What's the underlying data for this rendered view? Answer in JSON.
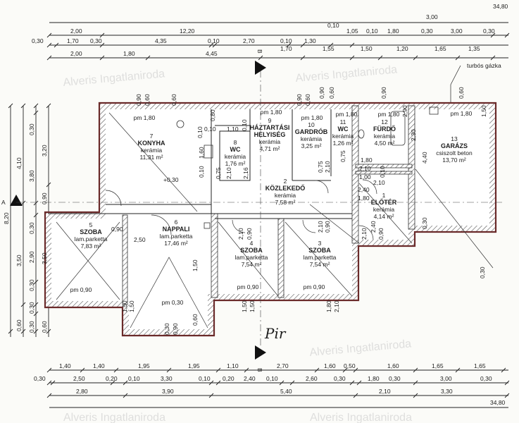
{
  "watermark": "Alveris Ingatlaniroda",
  "rooms": [
    {
      "no": "7",
      "name": [
        "KONYHA"
      ],
      "floor": "kerámia",
      "area": "11,31 m²",
      "sill": "pm 1,80"
    },
    {
      "no": "8",
      "name": [
        "WC"
      ],
      "floor": "kerámia",
      "area": "1,76 m²",
      "sill": ""
    },
    {
      "no": "9",
      "name": [
        "HÁZTARTÁSI",
        "HELYISÉG"
      ],
      "floor": "kerámia",
      "area": "4,71 m²",
      "sill": "pm 1,80"
    },
    {
      "no": "10",
      "name": [
        "GARDRÓB"
      ],
      "floor": "kerámia",
      "area": "3,25 m²",
      "sill": "pm 1,80"
    },
    {
      "no": "11",
      "name": [
        "WC"
      ],
      "floor": "kerámia",
      "area": "1,26 m²",
      "sill": "pm 1,80"
    },
    {
      "no": "12",
      "name": [
        "FÜRDŐ"
      ],
      "floor": "kerámia",
      "area": "4,50 m²",
      "sill": "pm 1,80"
    },
    {
      "no": "13",
      "name": [
        "GARÁZS"
      ],
      "floor": "csiszolt beton",
      "area": "13,70 m²",
      "sill": "pm 1,80"
    },
    {
      "no": "1",
      "name": [
        "ELŐTÉR"
      ],
      "floor": "kerámia",
      "area": "4,14 m²",
      "sill": ""
    },
    {
      "no": "2",
      "name": [
        "KÖZLEKEDŐ"
      ],
      "floor": "kerámia",
      "area": "7,58 m²",
      "sill": ""
    },
    {
      "no": "6",
      "name": [
        "NAPPALI"
      ],
      "floor": "lam.parketta",
      "area": "17,46 m²",
      "sill": "pm 0,30"
    },
    {
      "no": "5",
      "name": [
        "SZOBA"
      ],
      "floor": "lam.parketta",
      "area": "7,83 m²",
      "sill": "pm 0,90"
    },
    {
      "no": "4",
      "name": [
        "SZOBA"
      ],
      "floor": "lam.parketta",
      "area": "7,54 m²",
      "sill": "pm 0,90"
    },
    {
      "no": "3",
      "name": [
        "SZOBA"
      ],
      "floor": "lam.parketta",
      "area": "7,54 m²",
      "sill": "pm 0,90"
    }
  ],
  "dimensions": {
    "top": {
      "total": "34,80",
      "row_a": [
        "3,00"
      ],
      "row_b": [
        "2,00",
        "12,20",
        "0,10",
        "1,05",
        "0,10",
        "1,80",
        "0,30",
        "3,00",
        "0,30"
      ],
      "row_c": [
        "0,30",
        "1,70",
        "0,30",
        "4,35",
        "0,10",
        "2,70",
        "0,10",
        "1,30"
      ],
      "row_d": [
        "2,00",
        "1,80",
        "4,45",
        "1,70",
        "1,55",
        "1,50",
        "1,20",
        "1,65",
        "1,35"
      ]
    },
    "bottom": {
      "row_a": [
        "1,40",
        "1,40",
        "1,95",
        "1,95",
        "1,10",
        "2,70",
        "1,60",
        "0,50",
        "1,60",
        "1,65",
        "1,65"
      ],
      "row_b": [
        "0,30",
        "2,50",
        "0,20",
        "0,10",
        "3,30",
        "0,10",
        "0,20",
        "2,40",
        "0,10",
        "2,60",
        "0,30",
        "1,80",
        "0,30",
        "3,00",
        "0,30"
      ],
      "row_c": [
        "2,80",
        "3,90",
        "5,40",
        "2,10",
        "3,30"
      ],
      "total": "34,80"
    },
    "left": {
      "col_a": [
        "8,20"
      ],
      "col_b": [
        "4,10",
        "3,50",
        "0,60"
      ],
      "col_c": [
        "0,30",
        "3,80",
        "0,30",
        "2,90",
        "0,30",
        "0,30",
        "0,30"
      ],
      "col_d": [
        "3,20",
        "0,90",
        "3,50",
        "0,60"
      ]
    }
  },
  "interior_dims": [
    "0,90",
    "0,60",
    "0,90",
    "0,60",
    "0,10",
    "1,10",
    "0,10",
    "0,80",
    "0,10",
    "1,60",
    "0,10",
    "2,16",
    "0,75",
    "2,10",
    "0,75",
    "2,10",
    "0,75",
    "2,10",
    "1,80",
    "2,40",
    "1,80",
    "2,10",
    "1,00",
    "2,40",
    "0,90",
    "2,10",
    "0,90",
    "2,10",
    "0,90",
    "2,10",
    "2,50",
    "0,10",
    "2,30",
    "4,40",
    "0,30",
    "0,30",
    "2,90",
    "1,50",
    "1,50",
    "1,50",
    "1,50",
    "1,50",
    "1,50",
    "1,80",
    "2,10",
    "0,30",
    "0,90",
    "0,60",
    "0,90",
    "0,60",
    "0,90",
    "0,60",
    "0,90",
    "0,60"
  ],
  "annotations": {
    "level": "+0,30",
    "boiler": "turbós gázka",
    "handwritten": "Pir",
    "section_a": "A",
    "section_b_top": "B",
    "section_b_bottom": "B"
  },
  "colors": {
    "wall": "#6a2a2a",
    "line": "#222222",
    "hatch": "#555555"
  }
}
